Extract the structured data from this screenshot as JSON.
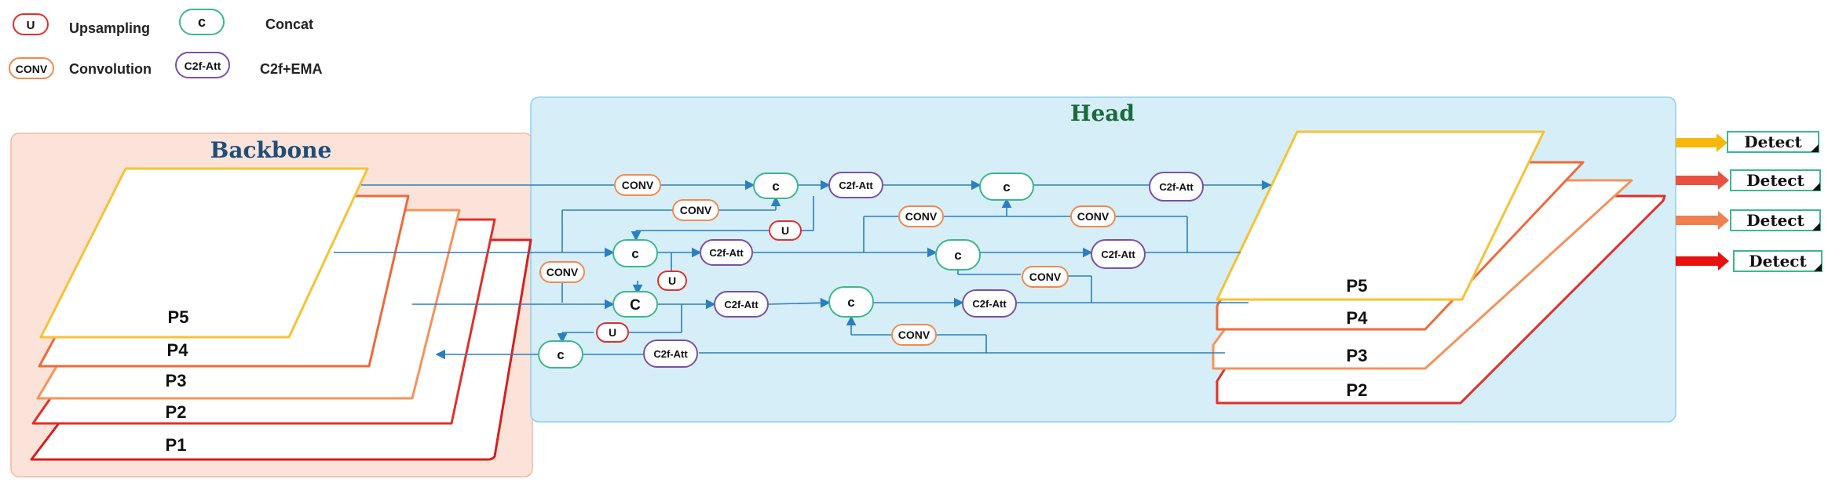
{
  "legend": {
    "upsampling": {
      "symbol": "U",
      "label": "Upsampling"
    },
    "concat": {
      "symbol": "c",
      "label": "Concat"
    },
    "convolution": {
      "symbol": "CONV",
      "label": "Convolution"
    },
    "c2f_ema": {
      "symbol": "C2f-Att",
      "label": "C2f+EMA"
    }
  },
  "regions": {
    "backbone": {
      "title": "Backbone"
    },
    "head": {
      "title": "Head"
    }
  },
  "backbone_layers": [
    "P5",
    "P4",
    "P3",
    "P2",
    "P1"
  ],
  "head_layers": [
    "P5",
    "P4",
    "P3",
    "P2"
  ],
  "nodes": {
    "conv_label": "CONV",
    "concat_label": "c",
    "concat_big_label": "C",
    "upsample_label": "U",
    "c2f_label": "C2f-Att"
  },
  "detect": [
    "Detect",
    "Detect",
    "Detect",
    "Detect"
  ],
  "colors": {
    "backbone_bg": "#fbe3da",
    "backbone_border": "#f4b8a3",
    "head_bg": "#d6eef8",
    "head_border": "#8fcfe8",
    "backbone_title": "#1f4e79",
    "head_title": "#1a6b3c",
    "conv": "#f08a50",
    "concat": "#3cb88a",
    "upsample": "#e03030",
    "c2f": "#7a4fa8",
    "line": "#2a7fc0",
    "p5": "#f7c233",
    "p4": "#ef6a3a",
    "p3": "#f5935a",
    "p2": "#e0302a",
    "p1": "#d42020"
  }
}
